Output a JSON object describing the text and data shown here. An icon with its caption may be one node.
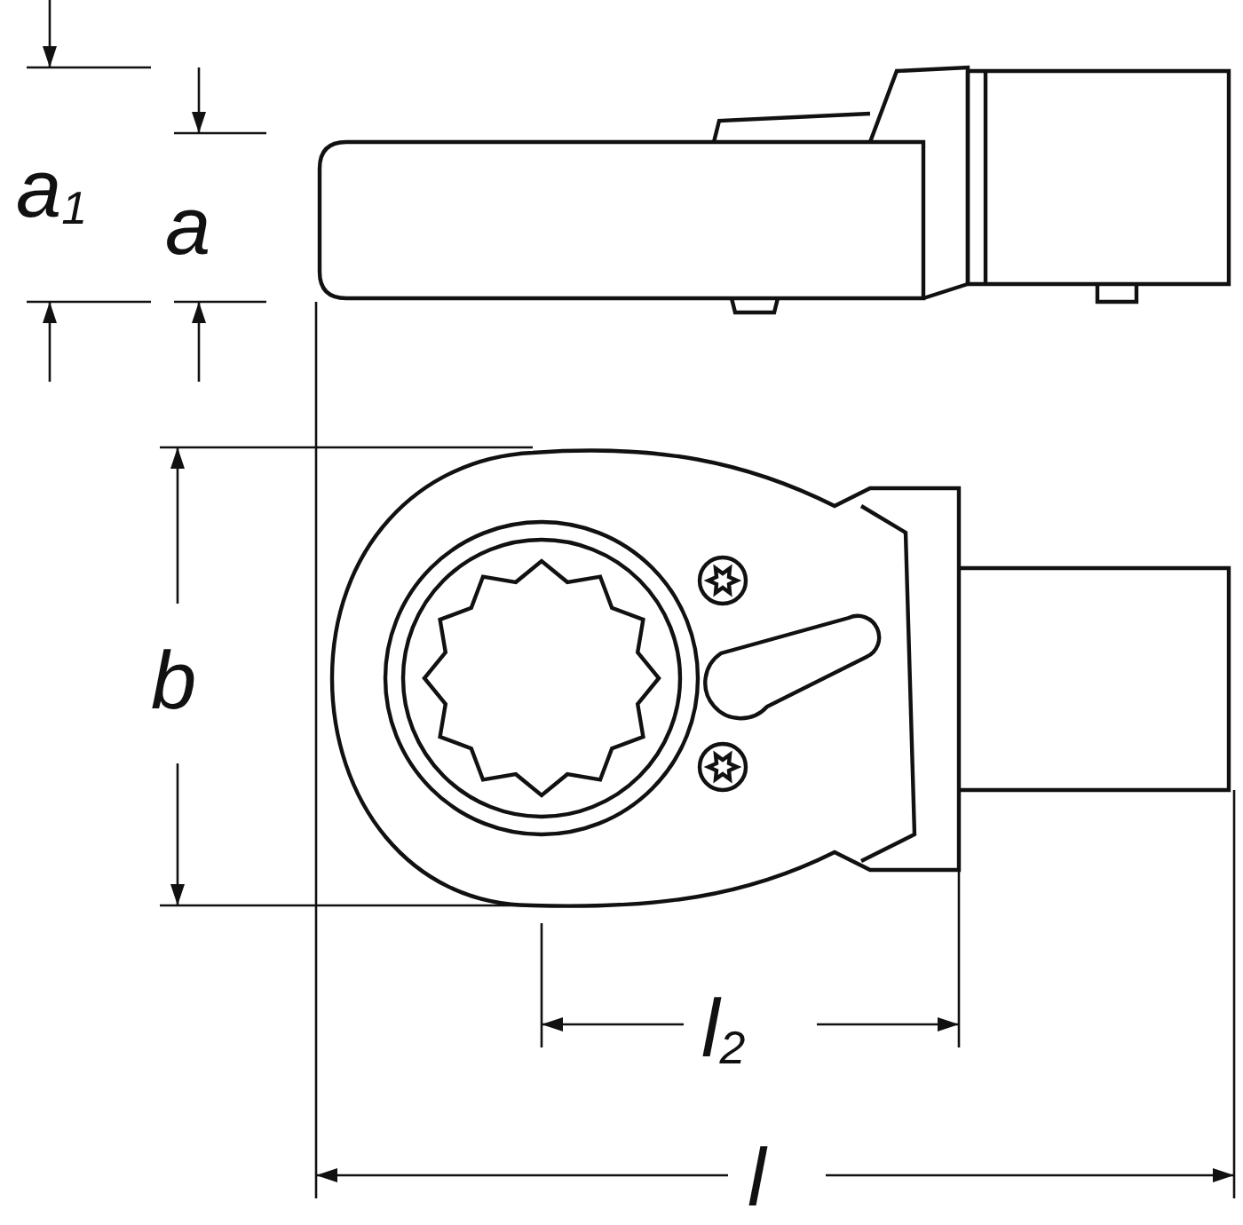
{
  "diagram": {
    "labels": [
      "a$_{1}$",
      "a",
      "b",
      "l$_{2}$",
      "l"
    ]
  }
}
